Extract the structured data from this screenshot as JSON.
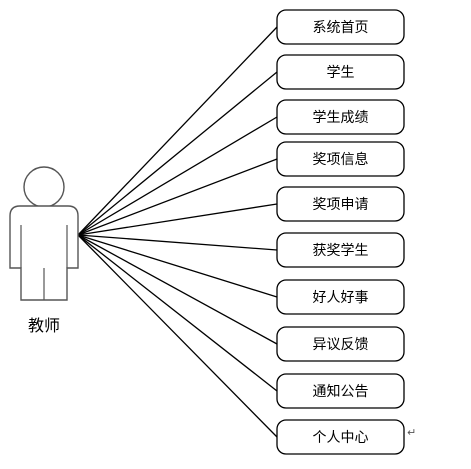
{
  "diagram": {
    "actor": {
      "label": "教师",
      "icon": "person-icon"
    },
    "use_cases": [
      {
        "label": "系统首页"
      },
      {
        "label": "学生"
      },
      {
        "label": "学生成绩"
      },
      {
        "label": "奖项信息"
      },
      {
        "label": "奖项申请"
      },
      {
        "label": "获奖学生"
      },
      {
        "label": "好人好事"
      },
      {
        "label": "异议反馈"
      },
      {
        "label": "通知公告"
      },
      {
        "label": "个人中心"
      }
    ],
    "paragraph_mark": "↵"
  }
}
